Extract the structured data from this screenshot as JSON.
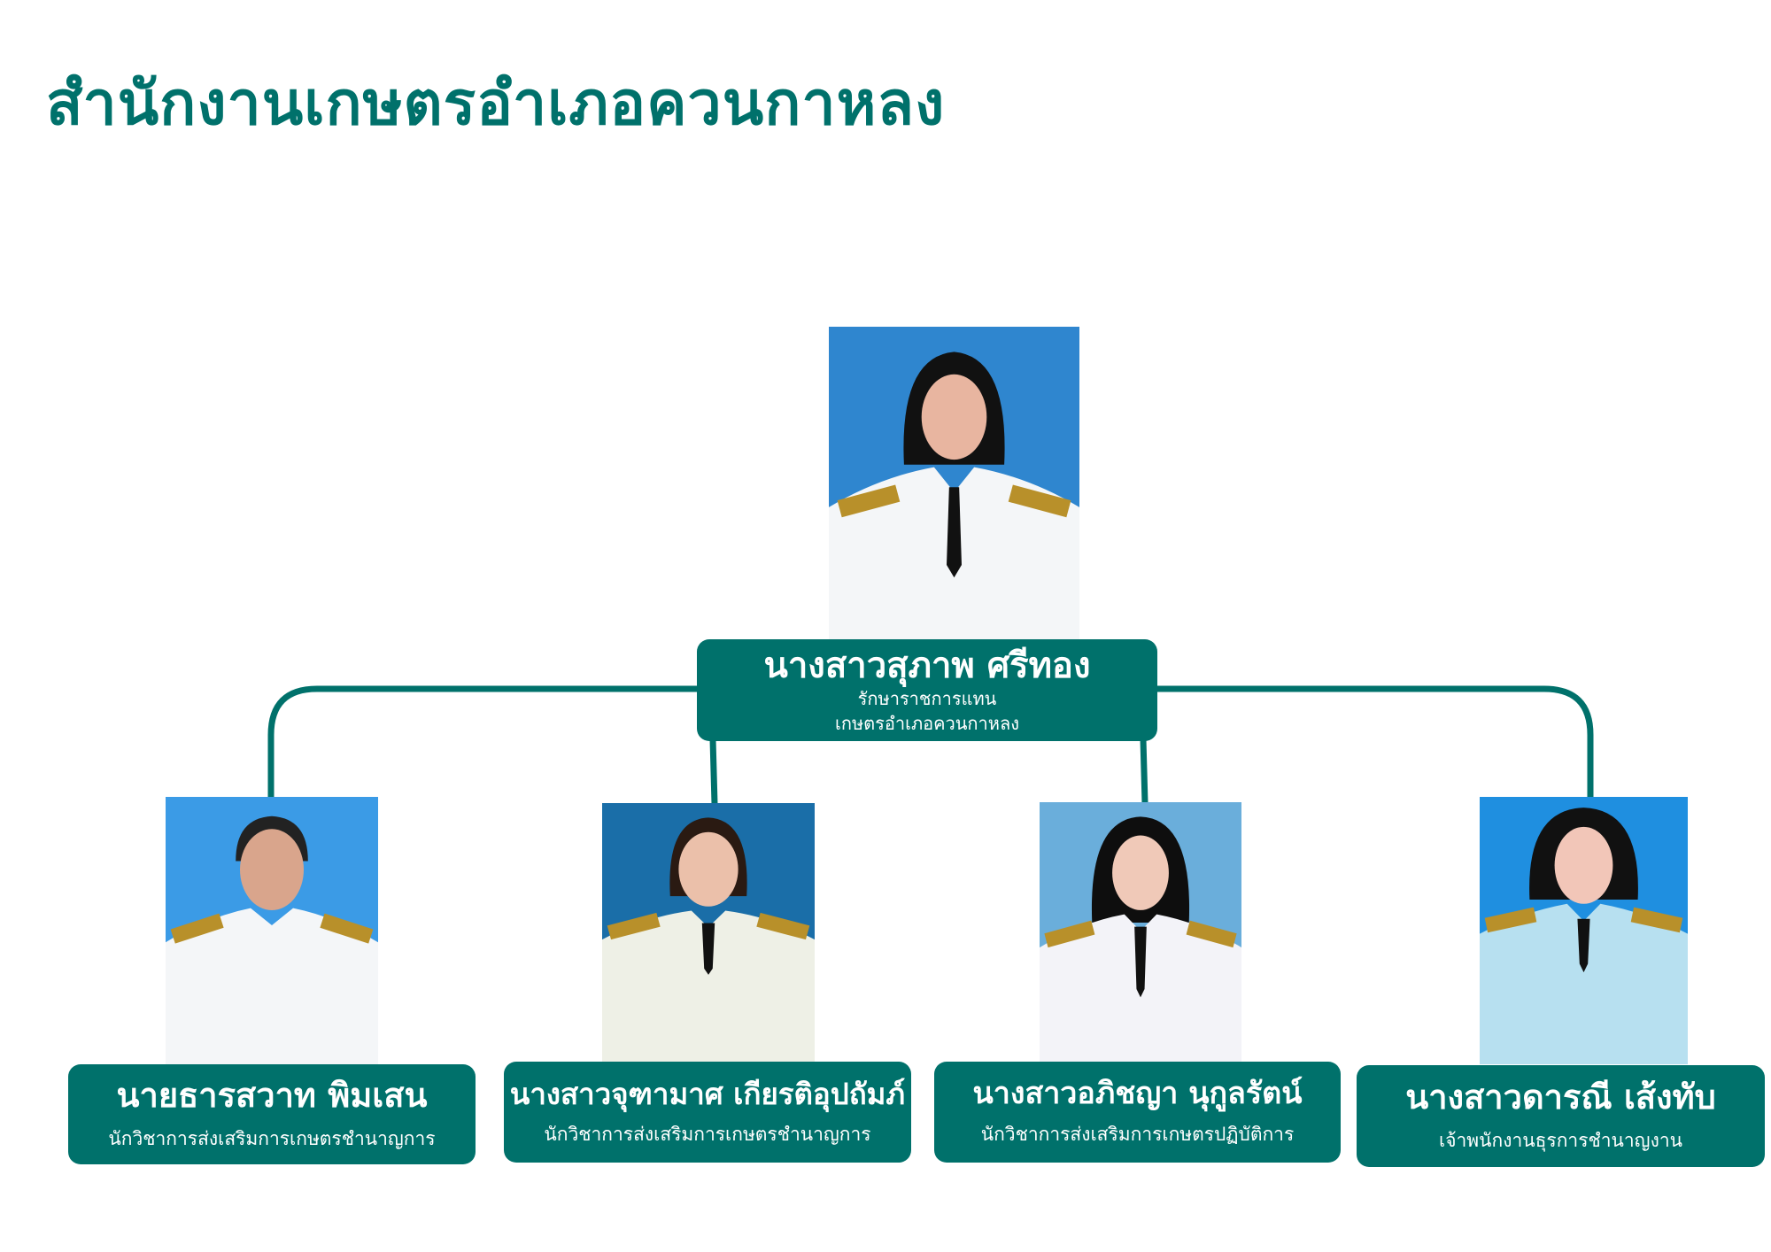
{
  "page_title": "สำนักงานเกษตรอำเภอควนกาหลง",
  "colors": {
    "accent": "#00716b",
    "background": "#ffffff"
  },
  "head": {
    "name": "นางสาวสุภาพ ศรีทอง",
    "role_line1": "รักษาราชการแทน",
    "role_line2": "เกษตรอำเภอควนกาหลง"
  },
  "staff": [
    {
      "name": "นายธารสวาท พิมเสน",
      "role": "นักวิชาการส่งเสริมการเกษตรชำนาญการ"
    },
    {
      "name": "นางสาวจุฑามาศ เกียรติอุปถัมภ์",
      "role": "นักวิชาการส่งเสริมการเกษตรชำนาญการ"
    },
    {
      "name": "นางสาวอภิชญา นุกูลรัตน์",
      "role": "นักวิชาการส่งเสริมการเกษตรปฏิบัติการ"
    },
    {
      "name": "นางสาวดารณี เส้งทับ",
      "role": "เจ้าพนักงานธุรการชำนาญงาน"
    }
  ]
}
